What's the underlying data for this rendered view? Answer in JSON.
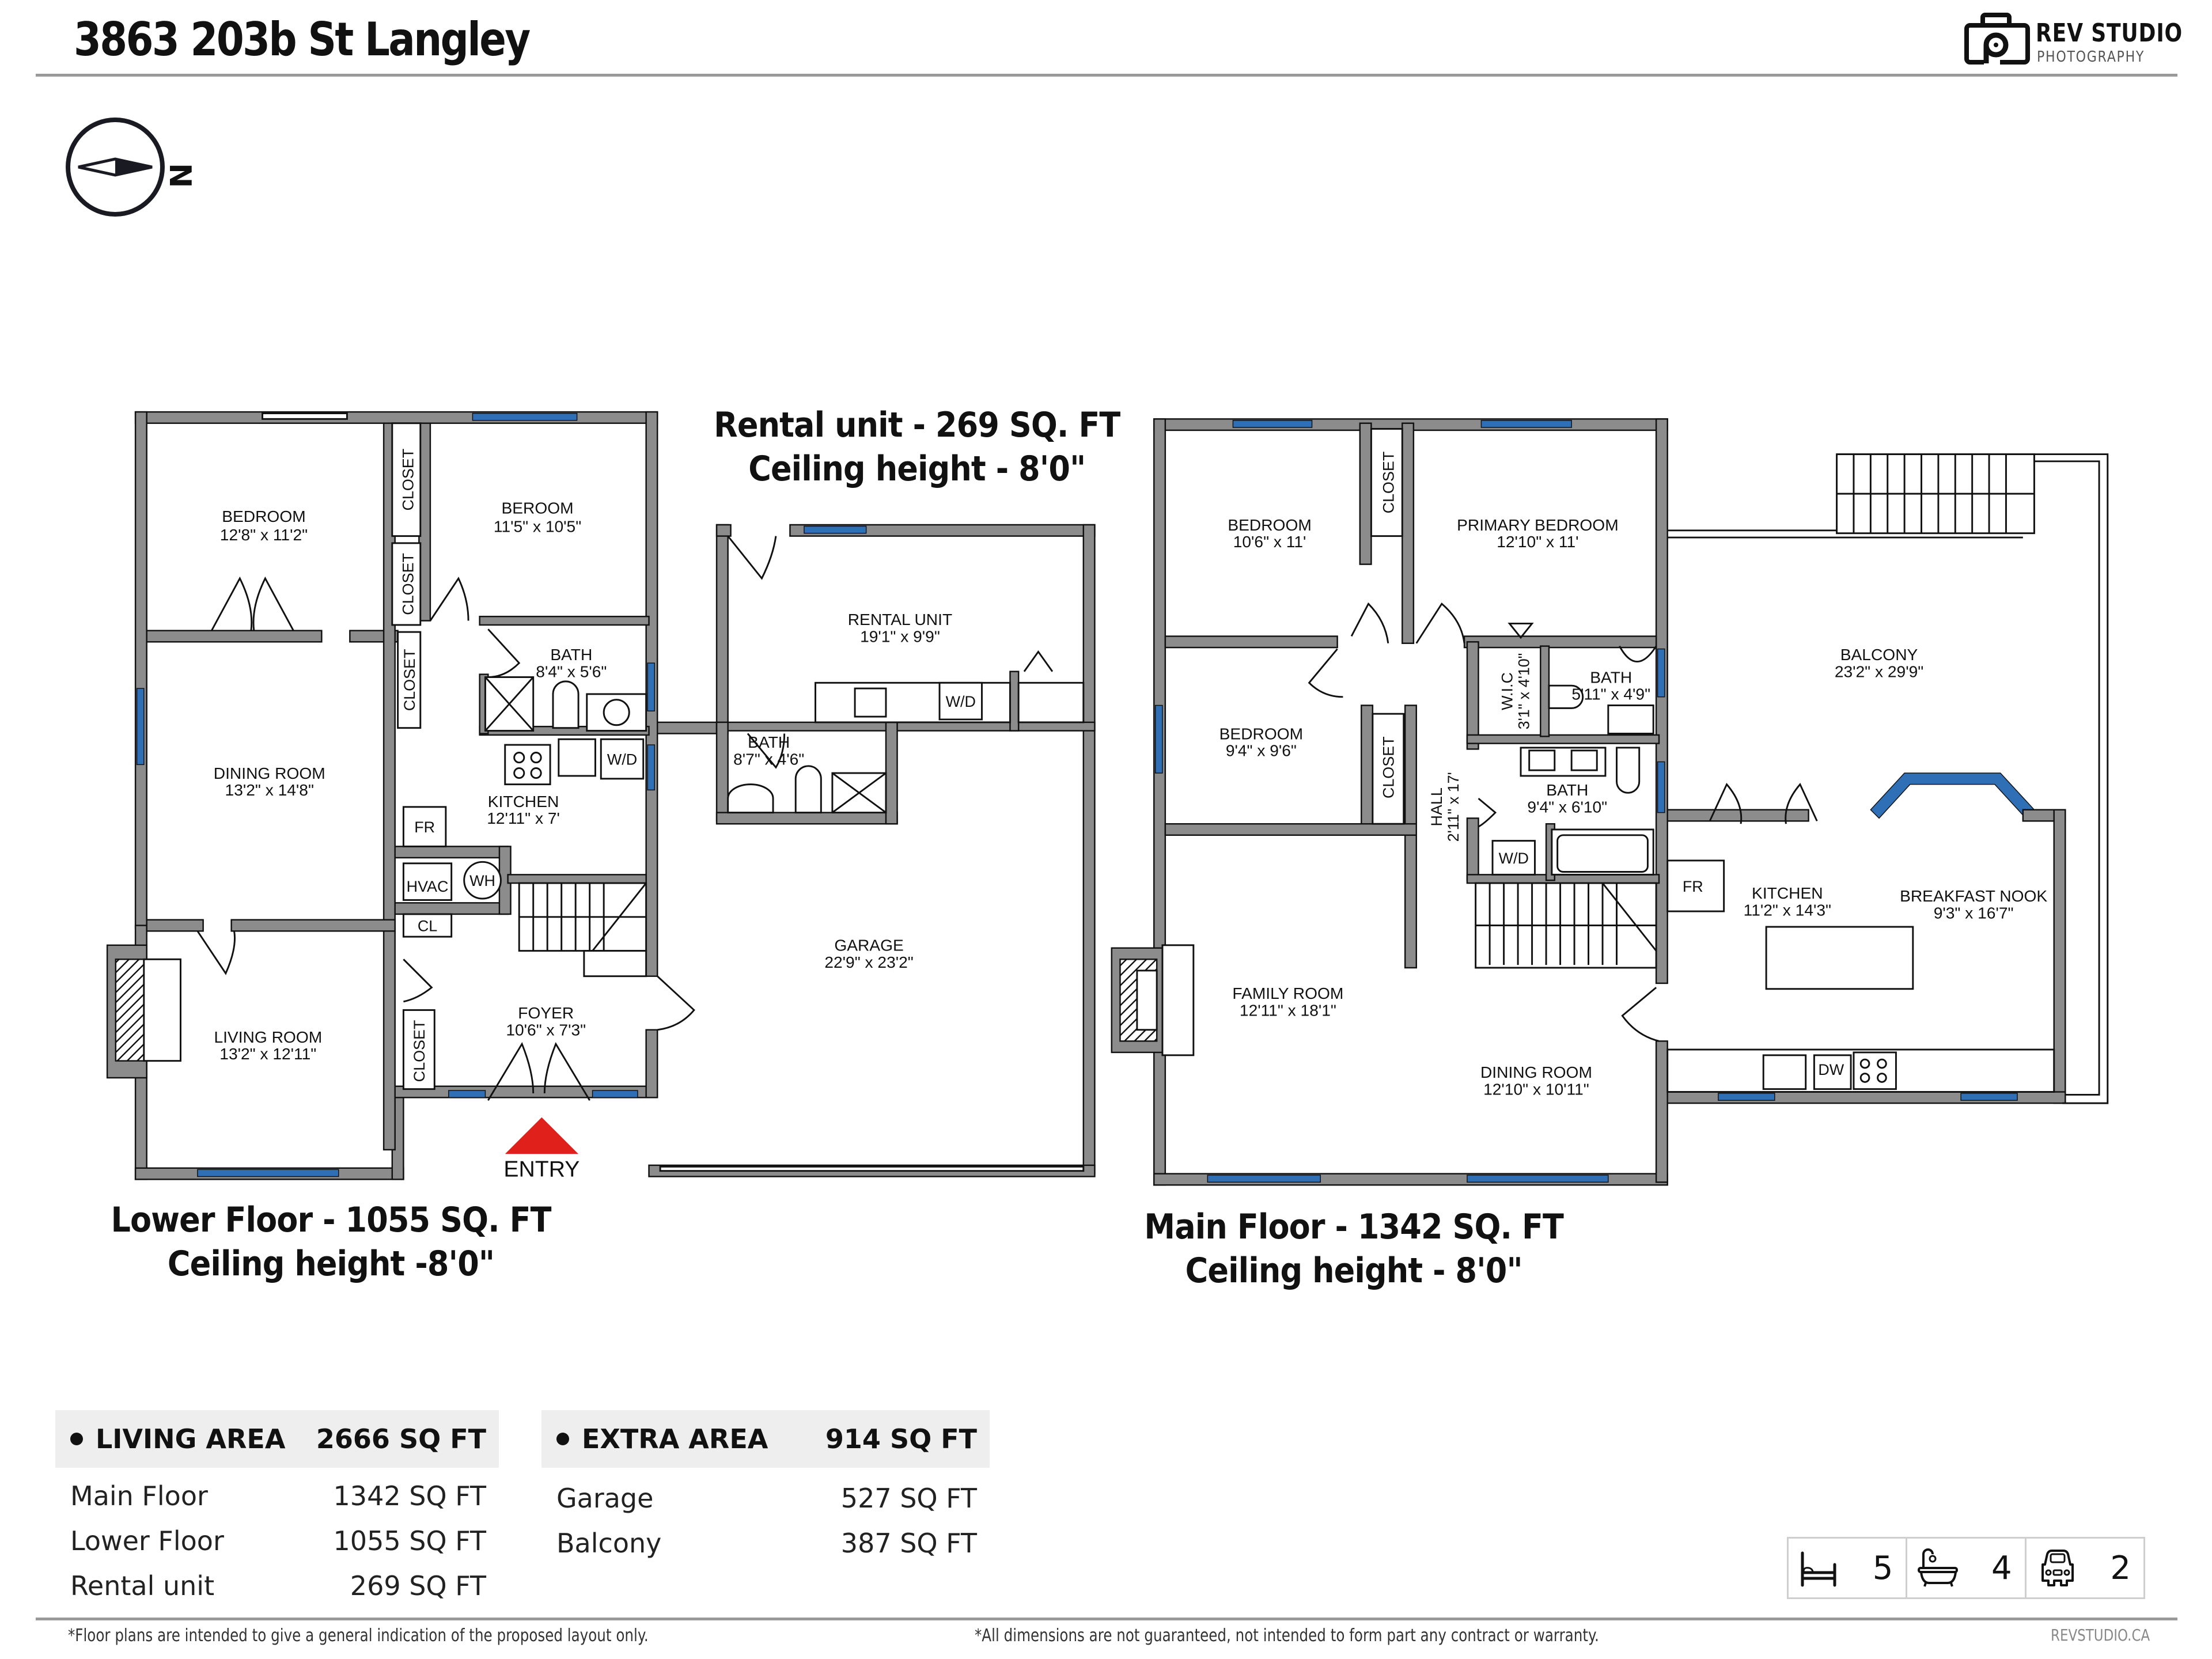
{
  "header": {
    "title": "3863 203b St Langley",
    "logo": {
      "name": "REV STUDIO",
      "sub": "PHOTOGRAPHY",
      "icon": "camera-icon"
    }
  },
  "compass": {
    "label": "N",
    "icon": "compass-north-icon"
  },
  "colors": {
    "wall": "#8c8c8c",
    "window": "#2f6fb5",
    "entry": "#e0201b",
    "line": "#111111",
    "marker": "#9a9a9a"
  },
  "floors": {
    "lower": {
      "caption_line1": "Lower Floor - 1055 SQ. FT",
      "caption_line2": "Ceiling height -8'0\"",
      "rooms": [
        {
          "name": "BEDROOM",
          "dims": "12'8\" x 11'2\""
        },
        {
          "name": "BEROOM",
          "dims": "11'5\" x 10'5\""
        },
        {
          "name": "BATH",
          "dims": "8'4\" x 5'6\""
        },
        {
          "name": "DINING ROOM",
          "dims": "13'2\" x 14'8\""
        },
        {
          "name": "KITCHEN",
          "dims": "12'11\" x 7'"
        },
        {
          "name": "LIVING ROOM",
          "dims": "13'2\" x 12'11\""
        },
        {
          "name": "FOYER",
          "dims": "10'6\" x 7'3\""
        }
      ],
      "labels": {
        "closet": "CLOSET",
        "fr": "FR",
        "hvac": "HVAC",
        "wh": "WH",
        "cl": "CL",
        "wd": "W/D",
        "entry": "ENTRY"
      }
    },
    "rental": {
      "caption_line1": "Rental unit - 269 SQ. FT",
      "caption_line2": "Ceiling height - 8'0\"",
      "rooms": [
        {
          "name": "RENTAL UNIT",
          "dims": "19'1\" x 9'9\""
        },
        {
          "name": "BATH",
          "dims": "8'7\" x 4'6\""
        },
        {
          "name": "GARAGE",
          "dims": "22'9\" x 23'2\""
        }
      ],
      "labels": {
        "wd": "W/D"
      }
    },
    "main": {
      "caption_line1": "Main Floor - 1342 SQ. FT",
      "caption_line2": "Ceiling height - 8'0\"",
      "rooms": [
        {
          "name": "BEDROOM",
          "dims": "10'6\" x 11'"
        },
        {
          "name": "PRIMARY BEDROOM",
          "dims": "12'10\" x 11'"
        },
        {
          "name": "BEDROOM",
          "dims": "9'4\" x 9'6\""
        },
        {
          "name": "W.I.C",
          "dims": "3'1\" x 4'10\""
        },
        {
          "name": "BATH",
          "dims": "5'11\" x 4'9\""
        },
        {
          "name": "BATH",
          "dims": "9'4\" x 6'10\""
        },
        {
          "name": "HALL",
          "dims": "2'11\" x 17'"
        },
        {
          "name": "FAMILY ROOM",
          "dims": "12'11\" x 18'1\""
        },
        {
          "name": "DINING ROOM",
          "dims": "12'10\" x 10'11\""
        },
        {
          "name": "KITCHEN",
          "dims": "11'2\" x 14'3\""
        },
        {
          "name": "BREAKFAST NOOK",
          "dims": "9'3\" x 16'7\""
        },
        {
          "name": "BALCONY",
          "dims": "23'2\" x 29'9\""
        }
      ],
      "labels": {
        "closet": "CLOSET",
        "wd": "W/D",
        "fr": "FR",
        "dw": "DW"
      }
    }
  },
  "summary": {
    "living": {
      "label": "LIVING AREA",
      "total": "2666 SQ FT",
      "rows": [
        {
          "label": "Main Floor",
          "value": "1342 SQ FT"
        },
        {
          "label": "Lower Floor",
          "value": "1055 SQ FT"
        },
        {
          "label": "Rental unit",
          "value": "269 SQ FT"
        }
      ]
    },
    "extra": {
      "label": "EXTRA AREA",
      "total": "914 SQ FT",
      "rows": [
        {
          "label": "Garage",
          "value": "527 SQ FT"
        },
        {
          "label": "Balcony",
          "value": "387 SQ FT"
        }
      ]
    }
  },
  "stats": [
    {
      "icon": "bed-icon",
      "value": "5"
    },
    {
      "icon": "bathtub-icon",
      "value": "4"
    },
    {
      "icon": "car-icon",
      "value": "2"
    }
  ],
  "footer": {
    "left": "*Floor plans are intended to give a general indication of the proposed layout only.",
    "middle": "*All dimensions are not guaranteed, not intended to form part any contract or warranty.",
    "right": "REVSTUDIO.CA"
  }
}
